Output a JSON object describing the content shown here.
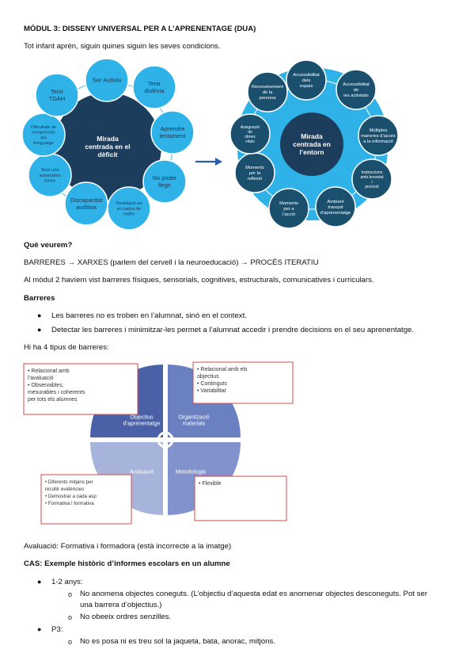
{
  "title": "MÒDUL 3: DISSENY UNIVERSAL PER A L’APRENENTAGE (DUA)",
  "intro": "Tot infant aprèn, siguin quines siguin les seves condicions.",
  "diagram1": {
    "center": [
      "Mirada",
      "centrada en el",
      "dèficit"
    ],
    "petals": [
      [
        "Ser Autista"
      ],
      [
        "Tenir",
        "dislèxia"
      ],
      [
        "Aprendre",
        "lentament"
      ],
      [
        "No poder",
        "llegir"
      ],
      [
        "Desplaçar-se",
        "en cadira de",
        "rodes"
      ],
      [
        "Discapacitat",
        "auditiva"
      ],
      [
        "Tenir una",
        "autoestima",
        "baixa"
      ],
      [
        "Dificultats de",
        "comprensió",
        "del",
        "llenguatge"
      ],
      [
        "Tenir",
        "TDAH"
      ]
    ]
  },
  "diagram2": {
    "center": [
      "Mirada",
      "centrada en",
      "l’entorn"
    ],
    "petals": [
      [
        "Accessibilitat",
        "dels",
        "espais"
      ],
      [
        "Accessibilitat",
        "de",
        "les activitats"
      ],
      [
        "Múltiples",
        "maneres d’accés",
        "a la informació"
      ],
      [
        "Instruccions",
        "amb brevetat",
        "i",
        "precisió"
      ],
      [
        "Ambient",
        "tranquil",
        "d’aprenentatge"
      ],
      [
        "Moments",
        "per a",
        "l’acció"
      ],
      [
        "Moments",
        "per la",
        "reflexió"
      ],
      [
        "Assignació",
        "de",
        "ritmes",
        "vitals"
      ],
      [
        "Reconeixement",
        "de la",
        "persona"
      ]
    ]
  },
  "section_que_veurem": "Què veurem?",
  "line_barreres_xarxes": "BARRERES → XARXES (parlem del cervell i la neuroeducació) → PROCÉS ITERATIU",
  "line_modul2": "Al mòdul 2 havíem vist barreres físiques, sensorials, cognitives, estructurals, comunicatives i curriculars.",
  "section_barreres": "Barreres",
  "barreres_bullets": [
    "Les barreres no es troben en l’alumnat, sinó en el context.",
    "Detectar les barreres i minimitzar-les permet a l’alumnat accedir i prendre decisions en el seu aprenentatge."
  ],
  "line_4_tipus": "Hi ha 4 tipus de barreres:",
  "diagram3": {
    "quadrants": [
      [
        "Objectius",
        "d’aprenentatge"
      ],
      [
        "Organització",
        "materials"
      ],
      [
        "Avaluació"
      ],
      [
        "Metodologia"
      ]
    ],
    "box_tl": [
      "• Relacional amb",
      "  l’avaluació",
      "• Observables,",
      "  mesurables i coherents",
      "  per tots els alumnes"
    ],
    "box_tr": [
      "• Relacional amb els",
      "  objectius",
      "• Continguts",
      "• Variabilitat"
    ],
    "box_bl": [
      "• Diferents mitjans per",
      "  recollir evidències",
      "• Demostrar a cada asp",
      "• Formativa i formativa"
    ],
    "box_br": [
      "• Flexible"
    ]
  },
  "line_avaluacio": "Avaluació: Formativa i formadora (està incorrecte a la imatge)",
  "section_cas": "CAS: Exemple històric d’informes escolars en un alumne",
  "cas_items": [
    {
      "label": "1-2 anys:",
      "subs": [
        [
          "No anomena objectes coneguts. (L’objectiu d’aquesta edat es anomenar objectes desconeguts. Pot ser",
          "una barrera d’objectius.)"
        ],
        [
          "No obeeix ordres senzilles."
        ]
      ]
    },
    {
      "label": "P3:",
      "subs": [
        [
          "No es posa ni es treu sol la jaqueta, bata, anorac, mitjons."
        ]
      ]
    }
  ],
  "colors": {
    "petal_light": "#2fb2e8",
    "petal_dark": "#1a4f6e",
    "center_dark": "#1d3d5c",
    "ring": "#1e93cf",
    "arrow": "#2b5ea8",
    "quad_dark": "#4a61a8",
    "quad_mid": "#6a80c0",
    "quad_light": "#a6b3da",
    "quad_mid2": "#8292cc"
  }
}
